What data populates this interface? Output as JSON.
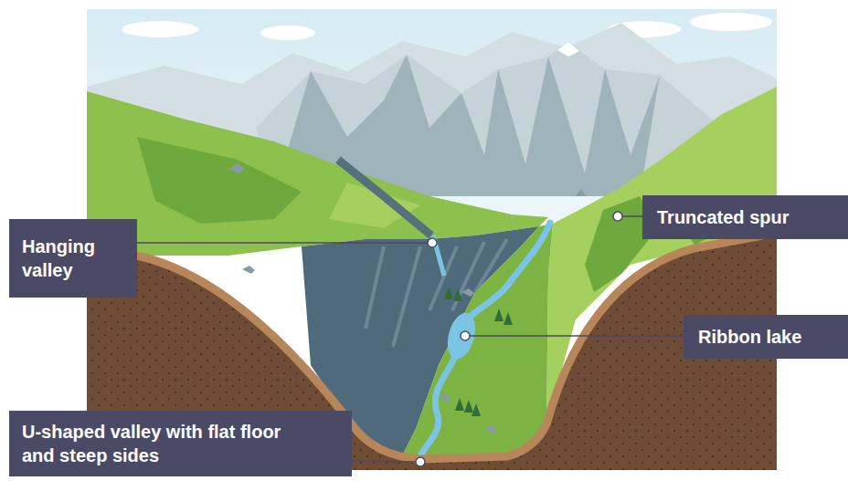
{
  "diagram": {
    "nodes": [
      {
        "text": [
          "Truncated spur"
        ]
      },
      {
        "text": [
          "Hanging valley"
        ]
      },
      {
        "text": [
          "Ribbon lake"
        ]
      },
      {
        "text": [
          "U-shaped valley with flat floor and steep sides"
        ]
      }
    ]
  }
}
